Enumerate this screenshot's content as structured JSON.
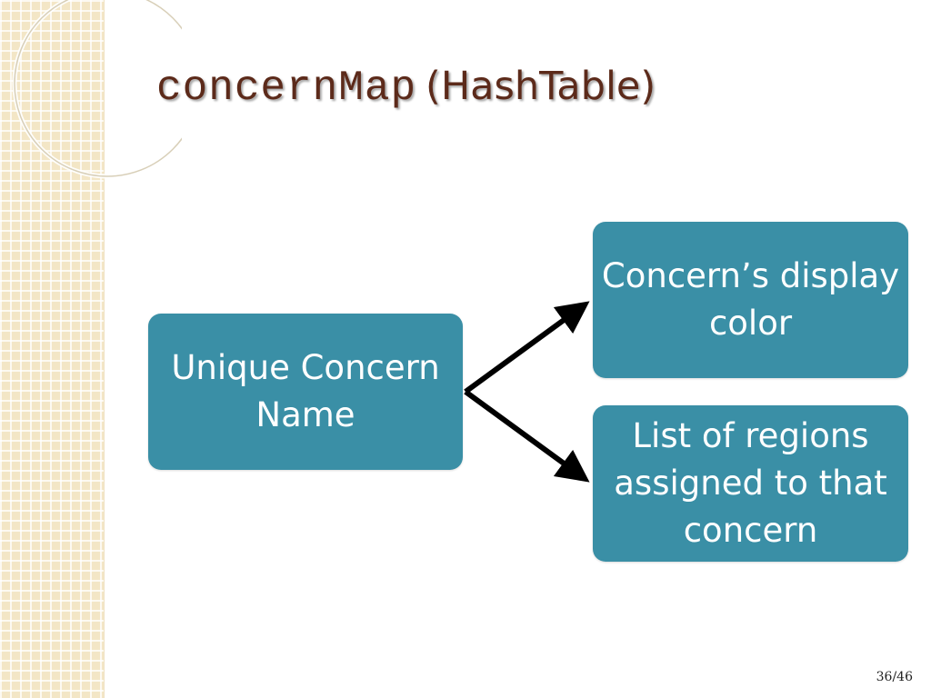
{
  "title": {
    "code": "concernMap",
    "rest": "(HashTable)"
  },
  "diagram": {
    "source_box": "Unique Concern Name",
    "target_boxes": [
      "Concern’s display color",
      "List of regions assigned to that concern"
    ]
  },
  "colors": {
    "box_fill": "#3a8fa6",
    "title_text": "#5c2a1a",
    "side_strip": "#f3e6c6"
  },
  "footer": {
    "page_number": "36/46"
  }
}
